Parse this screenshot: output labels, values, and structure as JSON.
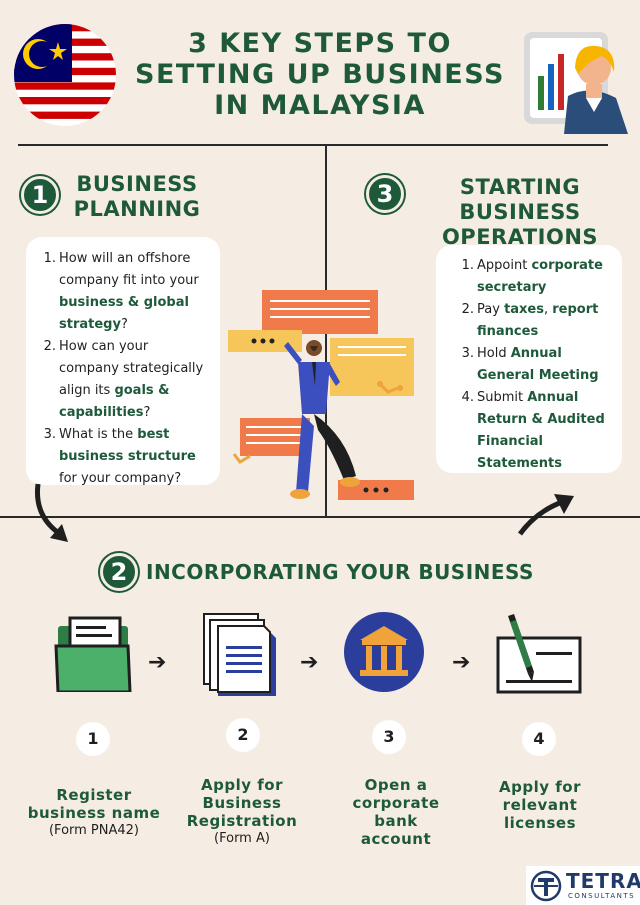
{
  "header": {
    "title_line1": "3 KEY STEPS TO",
    "title_line2": "SETTING UP BUSINESS",
    "title_line3": "IN MALAYSIA"
  },
  "section1": {
    "number": "1",
    "title_line1": "BUSINESS",
    "title_line2": "PLANNING",
    "items": [
      {
        "n": "1.",
        "parts": [
          {
            "t": "How will an offshore company fit into your ",
            "b": false
          },
          {
            "t": "business & global strategy",
            "b": true
          },
          {
            "t": "?",
            "b": false
          }
        ]
      },
      {
        "n": "2.",
        "parts": [
          {
            "t": "How can your company strategically align its ",
            "b": false
          },
          {
            "t": "goals & capabilities",
            "b": true
          },
          {
            "t": "?",
            "b": false
          }
        ]
      },
      {
        "n": "3.",
        "parts": [
          {
            "t": "What is the ",
            "b": false
          },
          {
            "t": "best business structure",
            "b": true
          },
          {
            "t": " for your company?",
            "b": false
          }
        ]
      }
    ]
  },
  "section3": {
    "number": "3",
    "title_line1": "STARTING BUSINESS",
    "title_line2": "OPERATIONS",
    "items": [
      {
        "n": "1.",
        "parts": [
          {
            "t": "Appoint ",
            "b": false
          },
          {
            "t": "corporate secretary",
            "b": true
          }
        ]
      },
      {
        "n": "2.",
        "parts": [
          {
            "t": "Pay ",
            "b": false
          },
          {
            "t": "taxes",
            "b": true
          },
          {
            "t": ", ",
            "b": false
          },
          {
            "t": "report finances",
            "b": true
          }
        ]
      },
      {
        "n": "3.",
        "parts": [
          {
            "t": "Hold ",
            "b": false
          },
          {
            "t": "Annual General Meeting",
            "b": true
          }
        ]
      },
      {
        "n": "4.",
        "parts": [
          {
            "t": "Submit ",
            "b": false
          },
          {
            "t": "Annual Return & Audited Financial Statements",
            "b": true
          }
        ]
      }
    ]
  },
  "section2": {
    "number": "2",
    "title": "INCORPORATING YOUR BUSINESS",
    "steps": [
      {
        "num": "1",
        "label": "Register business name",
        "sub": "(Form PNA42)",
        "icon": "folder-icon"
      },
      {
        "num": "2",
        "label": "Apply for Business Registration",
        "sub": "(Form A)",
        "icon": "documents-icon"
      },
      {
        "num": "3",
        "label": "Open a corporate bank account",
        "sub": "",
        "icon": "bank-icon"
      },
      {
        "num": "4",
        "label": "Apply for relevant licenses",
        "sub": "",
        "icon": "signature-icon"
      }
    ]
  },
  "logo": {
    "name": "TETRA",
    "tagline": "CONSULTANTS"
  },
  "colors": {
    "background": "#f5ede4",
    "accent_green": "#1e5a3a",
    "icon_blue": "#2c3e9c",
    "icon_orange": "#f0a33a",
    "chat_orange": "#f07a4a",
    "chat_yellow": "#f7c65a"
  }
}
